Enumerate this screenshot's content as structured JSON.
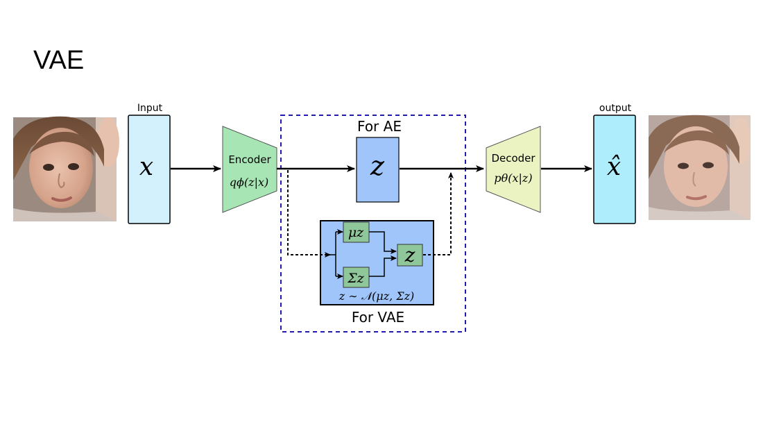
{
  "slide": {
    "title": "VAE"
  },
  "diagram": {
    "input_label": "Input",
    "output_label": "output",
    "input_symbol": "x",
    "output_symbol": "x̂",
    "encoder": {
      "name": "Encoder",
      "formula": "qϕ(z|x)"
    },
    "decoder": {
      "name": "Decoder",
      "formula": "pθ(x|z)"
    },
    "ae_box": {
      "title": "For AE",
      "latent": "z"
    },
    "vae_box": {
      "title": "For VAE",
      "mu": "μz",
      "sigma": "Σz",
      "latent": "z",
      "sampling": "z ∼ 𝒩(μz, Σz)"
    },
    "colors": {
      "input_box": "#d2f1fd",
      "output_box": "#aeedfb",
      "encoder": "#a7e6b4",
      "decoder": "#ecf3c2",
      "latent_box": "#9fc5fb",
      "vae_panel": "#9fc5fb",
      "vae_inner": "#8fc79a",
      "dashed_frame": "#1f1bb0"
    }
  }
}
